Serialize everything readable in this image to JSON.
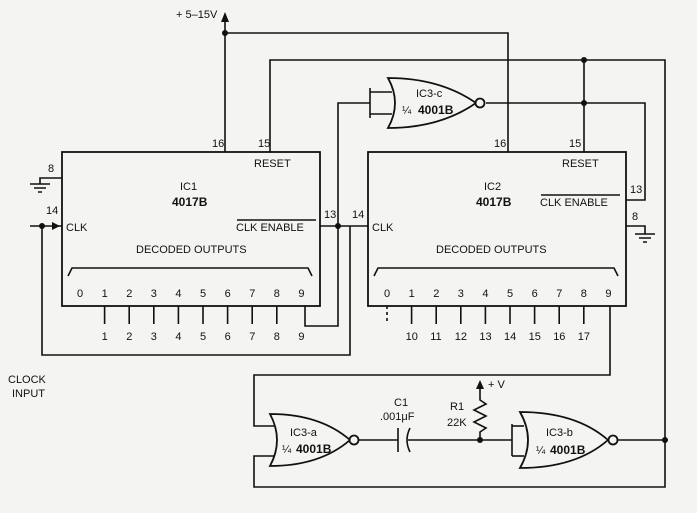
{
  "supply": {
    "main": "+ 5–15V",
    "small": "+ V"
  },
  "clock_input": [
    "CLOCK",
    "INPUT"
  ],
  "ic1": {
    "name": "IC1",
    "part": "4017B",
    "reset": "RESET",
    "clk": "CLK",
    "clk_enable": "CLK ENABLE",
    "decoded": "DECODED OUTPUTS",
    "pins": {
      "vdd": "16",
      "reset": "15",
      "gnd": "8",
      "clk": "14",
      "enable": "13"
    },
    "outputs": [
      "0",
      "1",
      "2",
      "3",
      "4",
      "5",
      "6",
      "7",
      "8",
      "9"
    ],
    "out_numbers": [
      "1",
      "2",
      "3",
      "4",
      "5",
      "6",
      "7",
      "8",
      "9"
    ]
  },
  "ic2": {
    "name": "IC2",
    "part": "4017B",
    "reset": "RESET",
    "clk": "CLK",
    "clk_enable": "CLK ENABLE",
    "decoded": "DECODED OUTPUTS",
    "pins": {
      "vdd": "16",
      "reset": "15",
      "enable": "13",
      "gnd": "8",
      "clk": "14"
    },
    "outputs": [
      "0",
      "1",
      "2",
      "3",
      "4",
      "5",
      "6",
      "7",
      "8",
      "9"
    ],
    "out_numbers": [
      "10",
      "11",
      "12",
      "13",
      "14",
      "15",
      "16",
      "17"
    ]
  },
  "ic3c": {
    "name": "IC3-c",
    "frac": "¼",
    "part": "4001B"
  },
  "ic3a": {
    "name": "IC3-a",
    "frac": "¼",
    "part": "4001B"
  },
  "ic3b": {
    "name": "IC3-b",
    "frac": "¼",
    "part": "4001B"
  },
  "c1": {
    "name": "C1",
    "value": ".001μF"
  },
  "r1": {
    "name": "R1",
    "value": "22K"
  }
}
